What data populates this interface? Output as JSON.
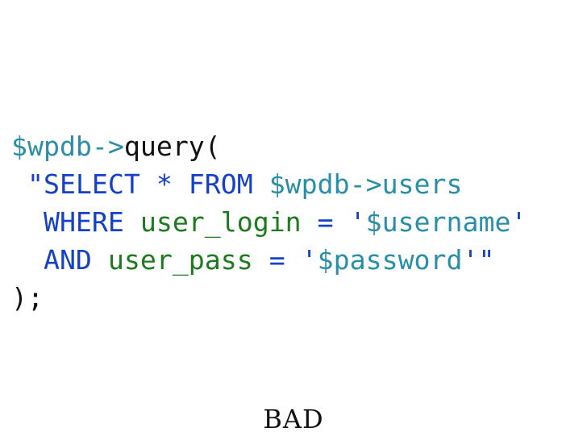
{
  "code": {
    "lines": [
      [
        {
          "text": "$wpdb->",
          "kind": "var"
        },
        {
          "text": "query(",
          "kind": "txt"
        }
      ],
      [
        {
          "text": " \"",
          "kind": "sql"
        },
        {
          "text": "SELECT * FROM ",
          "kind": "sql"
        },
        {
          "text": "$wpdb->users",
          "kind": "var"
        }
      ],
      [
        {
          "text": "  ",
          "kind": "txt"
        },
        {
          "text": "WHERE ",
          "kind": "sql"
        },
        {
          "text": "user_login",
          "kind": "grn"
        },
        {
          "text": " = '",
          "kind": "sql"
        },
        {
          "text": "$username",
          "kind": "var"
        },
        {
          "text": "'",
          "kind": "sql"
        }
      ],
      [
        {
          "text": "  ",
          "kind": "txt"
        },
        {
          "text": "AND ",
          "kind": "sql"
        },
        {
          "text": "user_pass",
          "kind": "grn"
        },
        {
          "text": " = '",
          "kind": "sql"
        },
        {
          "text": "$password",
          "kind": "var"
        },
        {
          "text": "'\"",
          "kind": "sql"
        }
      ],
      [
        {
          "text": ");",
          "kind": "txt"
        }
      ]
    ]
  },
  "caption": "BAD",
  "colors": {
    "variable": "#2a8fa6",
    "sql": "#1540c8",
    "identifier": "#1e7a1e",
    "text": "#111111",
    "background": "#ffffff"
  }
}
